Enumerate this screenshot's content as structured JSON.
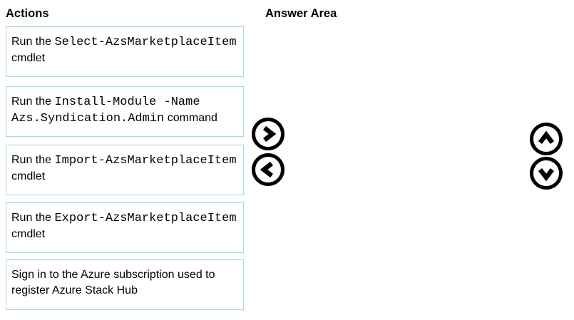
{
  "headers": {
    "actions": "Actions",
    "answer_area": "Answer Area"
  },
  "actions": [
    {
      "prefix": "Run the ",
      "code": "Select-AzsMarketplaceItem",
      "suffix": " cmdlet"
    },
    {
      "prefix": "Run the ",
      "code": "Install-Module -Name Azs.Syndication.Admin",
      "suffix": " command"
    },
    {
      "prefix": "Run the ",
      "code": "Import-AzsMarketplaceItem",
      "suffix": " cmdlet"
    },
    {
      "prefix": "Run the ",
      "code": "Export-AzsMarketplaceItem",
      "suffix": " cmdlet"
    },
    {
      "prefix": "Sign in to the Azure subscription used to register Azure Stack Hub",
      "code": "",
      "suffix": ""
    }
  ],
  "icons": {
    "move_right": "chevron-right",
    "move_left": "chevron-left",
    "move_up": "chevron-up",
    "move_down": "chevron-down"
  },
  "colors": {
    "box_border": "#a4d5e8",
    "text": "#000000",
    "icon": "#000000",
    "background": "#ffffff"
  }
}
